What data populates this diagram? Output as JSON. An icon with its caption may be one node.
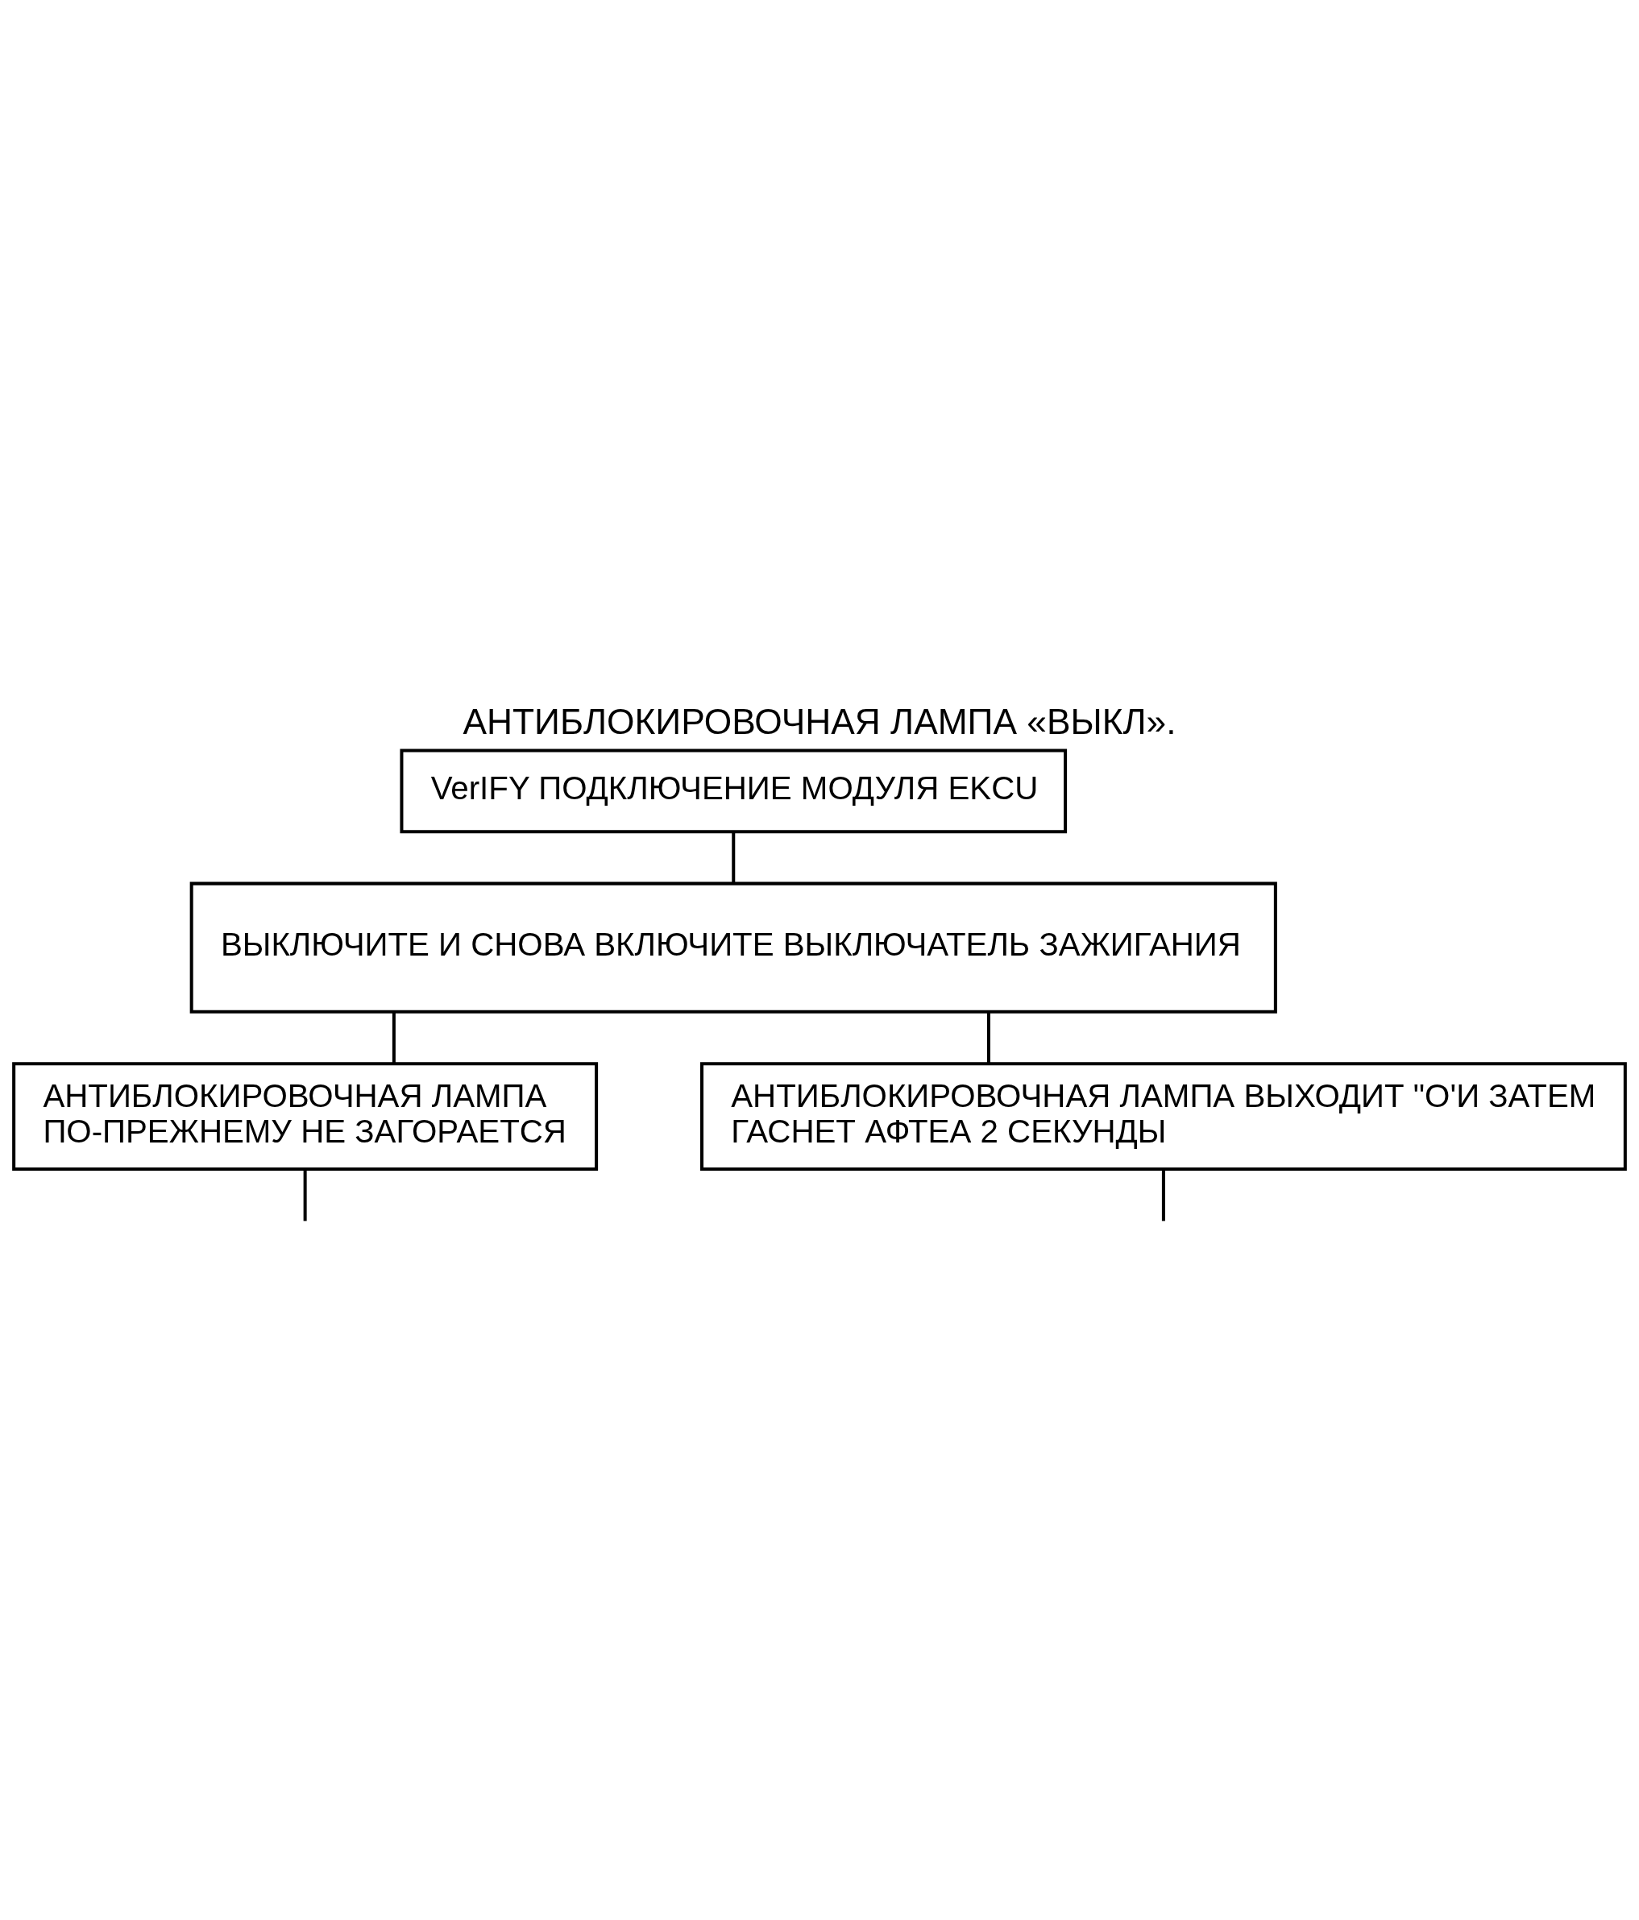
{
  "diagram": {
    "title": "АНТИБЛОКИРОВОЧНАЯ ЛАМПА «ВЫКЛ».",
    "nodes": [
      {
        "text": [
          "VerIFY ПОДКЛЮЧЕНИЕ МОДУЛЯ EKCU"
        ]
      },
      {
        "text": [
          "ВЫКЛЮЧИТЕ И СНОВА ВКЛЮЧИТЕ ВЫКЛЮЧАТЕЛЬ ЗАЖИГАНИЯ"
        ]
      },
      {
        "text": [
          "АНТИБЛОКИРОВОЧНАЯ ЛАМПА ПО-ПРЕЖНЕМУ НЕ ЗАГОРАЕТСЯ"
        ]
      },
      {
        "text": [
          "АНТИБЛОКИРОВОЧНАЯ ЛАМПА ВЫХОДИТ \"О'И ЗАТЕМ ГАСНЕТ АФТЕА 2 СЕКУНДЫ"
        ]
      }
    ],
    "edges": [
      {
        "from": 0,
        "to": 1,
        "arrow": "none"
      },
      {
        "from": 1,
        "to": 2,
        "arrow": "none"
      },
      {
        "from": 1,
        "to": 3,
        "arrow": "none"
      },
      {
        "from": 2,
        "to": null,
        "arrow": "none"
      },
      {
        "from": 3,
        "to": null,
        "arrow": "none"
      }
    ]
  }
}
